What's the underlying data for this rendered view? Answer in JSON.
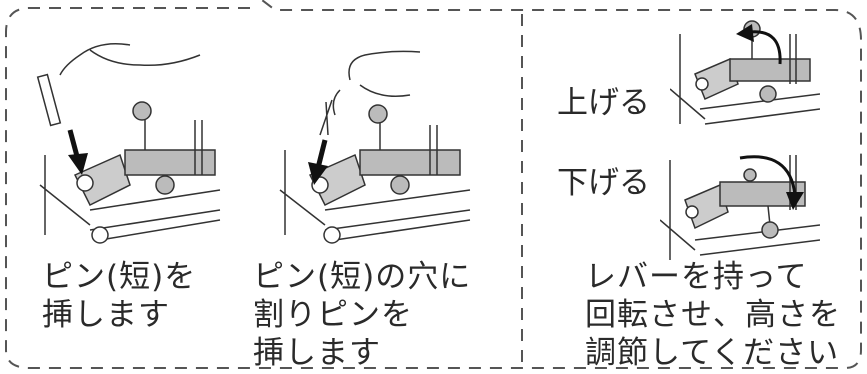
{
  "steps": [
    {
      "caption_line1": "ピン(短)を",
      "caption_line2": "挿します"
    },
    {
      "caption_line1": "ピン(短)の穴に",
      "caption_line2": "割りピンを",
      "caption_line3": "挿します"
    },
    {
      "label_up": "上げる",
      "label_down": "下げる",
      "caption_line1": "レバーを持って",
      "caption_line2": "回転させ、高さを",
      "caption_line3": "調節してください"
    }
  ]
}
